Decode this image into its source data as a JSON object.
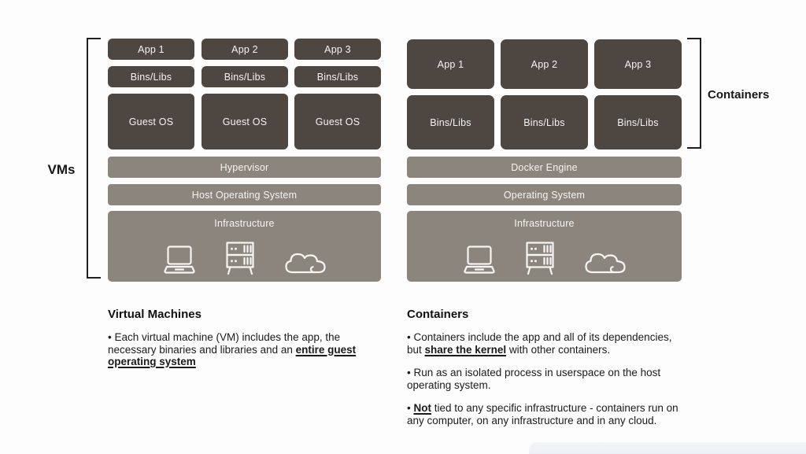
{
  "vm_section": {
    "bracket_label": "VMs",
    "app_labels": [
      "App 1",
      "App 2",
      "App 3"
    ],
    "bins_labels": [
      "Bins/Libs",
      "Bins/Libs",
      "Bins/Libs"
    ],
    "guest_os_labels": [
      "Guest OS",
      "Guest OS",
      "Guest OS"
    ],
    "hypervisor_label": "Hypervisor",
    "host_os_label": "Host Operating System",
    "infrastructure_label": "Infrastructure"
  },
  "containers_section": {
    "bracket_label": "Containers",
    "app_labels": [
      "App 1",
      "App 2",
      "App 3"
    ],
    "bins_labels": [
      "Bins/Libs",
      "Bins/Libs",
      "Bins/Libs"
    ],
    "docker_engine_label": "Docker Engine",
    "os_label": "Operating System",
    "infrastructure_label": "Infrastructure"
  },
  "infrastructure_icons": [
    "laptop-icon",
    "server-rack-icon",
    "cloud-icon"
  ],
  "descriptions": {
    "vm": {
      "heading": "Virtual Machines",
      "bullets": [
        [
          {
            "text": "• Each virtual machine (VM) includes the app, the\nnecessary binaries and libraries and an "
          },
          {
            "text": "entire guest\noperating system",
            "bold": true,
            "underline": true
          }
        ]
      ]
    },
    "containers": {
      "heading": "Containers",
      "bullets": [
        [
          {
            "text": "• Containers include the app and all of its dependencies,\nbut "
          },
          {
            "text": "share the kernel",
            "bold": true,
            "underline": true
          },
          {
            "text": " with other containers."
          }
        ],
        [
          {
            "text": "• Run as an isolated process in userspace on the host\noperating system."
          }
        ],
        [
          {
            "text": "• "
          },
          {
            "text": "Not",
            "bold": true,
            "underline": true
          },
          {
            "text": " tied to any specific infrastructure - containers run on\nany computer, on any infrastructure and in any cloud."
          }
        ]
      ]
    }
  },
  "colors": {
    "block_dark": "#4d4641",
    "block_light": "#8b857e",
    "block_text": "#f6f4f1",
    "body_text": "#1a1a1a",
    "bracket": "#1f1f1f",
    "background": "#fdfdfd"
  }
}
